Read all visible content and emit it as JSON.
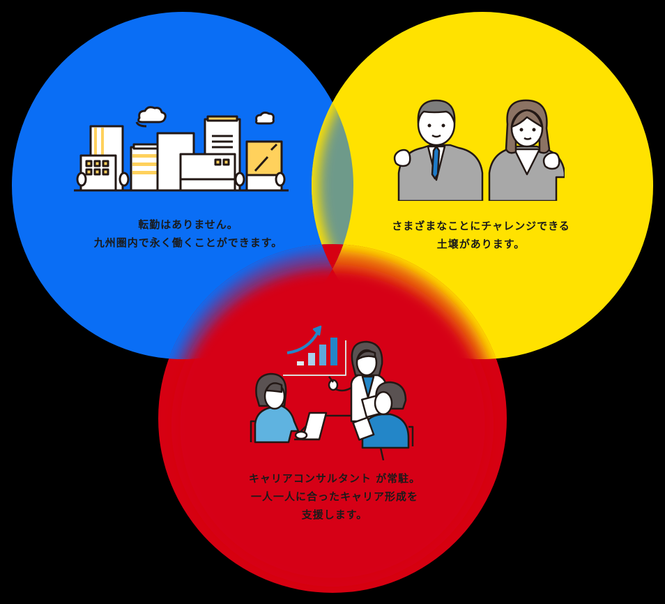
{
  "colors": {
    "background": "#000000",
    "blue": "#0A6EF5",
    "yellow": "#FFE200",
    "red": "#D60012",
    "blue_yellow_overlap": "#6E9A8A",
    "blue_red_overlap": "#663D98",
    "yellow_red_overlap": "#E8600F",
    "text": "#1A1A1A"
  },
  "circles": [
    {
      "id": "blue",
      "illustration": "city-buildings-icon",
      "lines": [
        "転勤はありません。",
        "九州圏内で永く働くことができます。"
      ]
    },
    {
      "id": "yellow",
      "illustration": "business-people-icon",
      "lines": [
        "さまざまなことにチャレンジできる",
        "土壌があります。"
      ]
    },
    {
      "id": "red",
      "illustration": "career-consulting-meeting-icon",
      "lines": [
        "キャリアコンサルタント が常駐。",
        "一人一人に合ったキャリア形成を",
        "支援します。"
      ]
    }
  ]
}
